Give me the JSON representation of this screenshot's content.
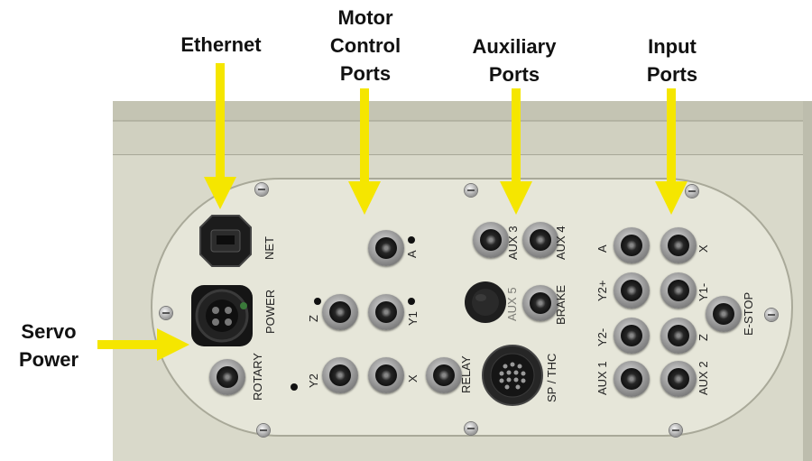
{
  "callouts": {
    "ethernet": "Ethernet",
    "motor_control": "Motor\nControl\nPorts",
    "auxiliary": "Auxiliary\nPorts",
    "input": "Input\nPorts",
    "servo_power": "Servo\nPower"
  },
  "port_labels": {
    "net": "NET",
    "power": "POWER",
    "rotary": "ROTARY",
    "a_motor": "A",
    "z_motor": "Z",
    "y1_motor": "Y1",
    "y2_motor": "Y2",
    "x_motor": "X",
    "relay": "RELAY",
    "aux3": "AUX 3",
    "aux4": "AUX 4",
    "aux5": "AUX 5",
    "brake": "BRAKE",
    "sp_thc": "SP / THC",
    "a_input": "A",
    "x_input": "X",
    "y2_plus": "Y2+",
    "y1_minus": "Y1-",
    "y2_minus": "Y2-",
    "z_input": "Z",
    "estop": "E-STOP",
    "aux1": "AUX 1",
    "aux2": "AUX 2"
  },
  "colors": {
    "arrow": "#f5e600",
    "panel": "#e4e4d6",
    "enclosure": "#d7d7c7",
    "background": "#ffffff"
  }
}
